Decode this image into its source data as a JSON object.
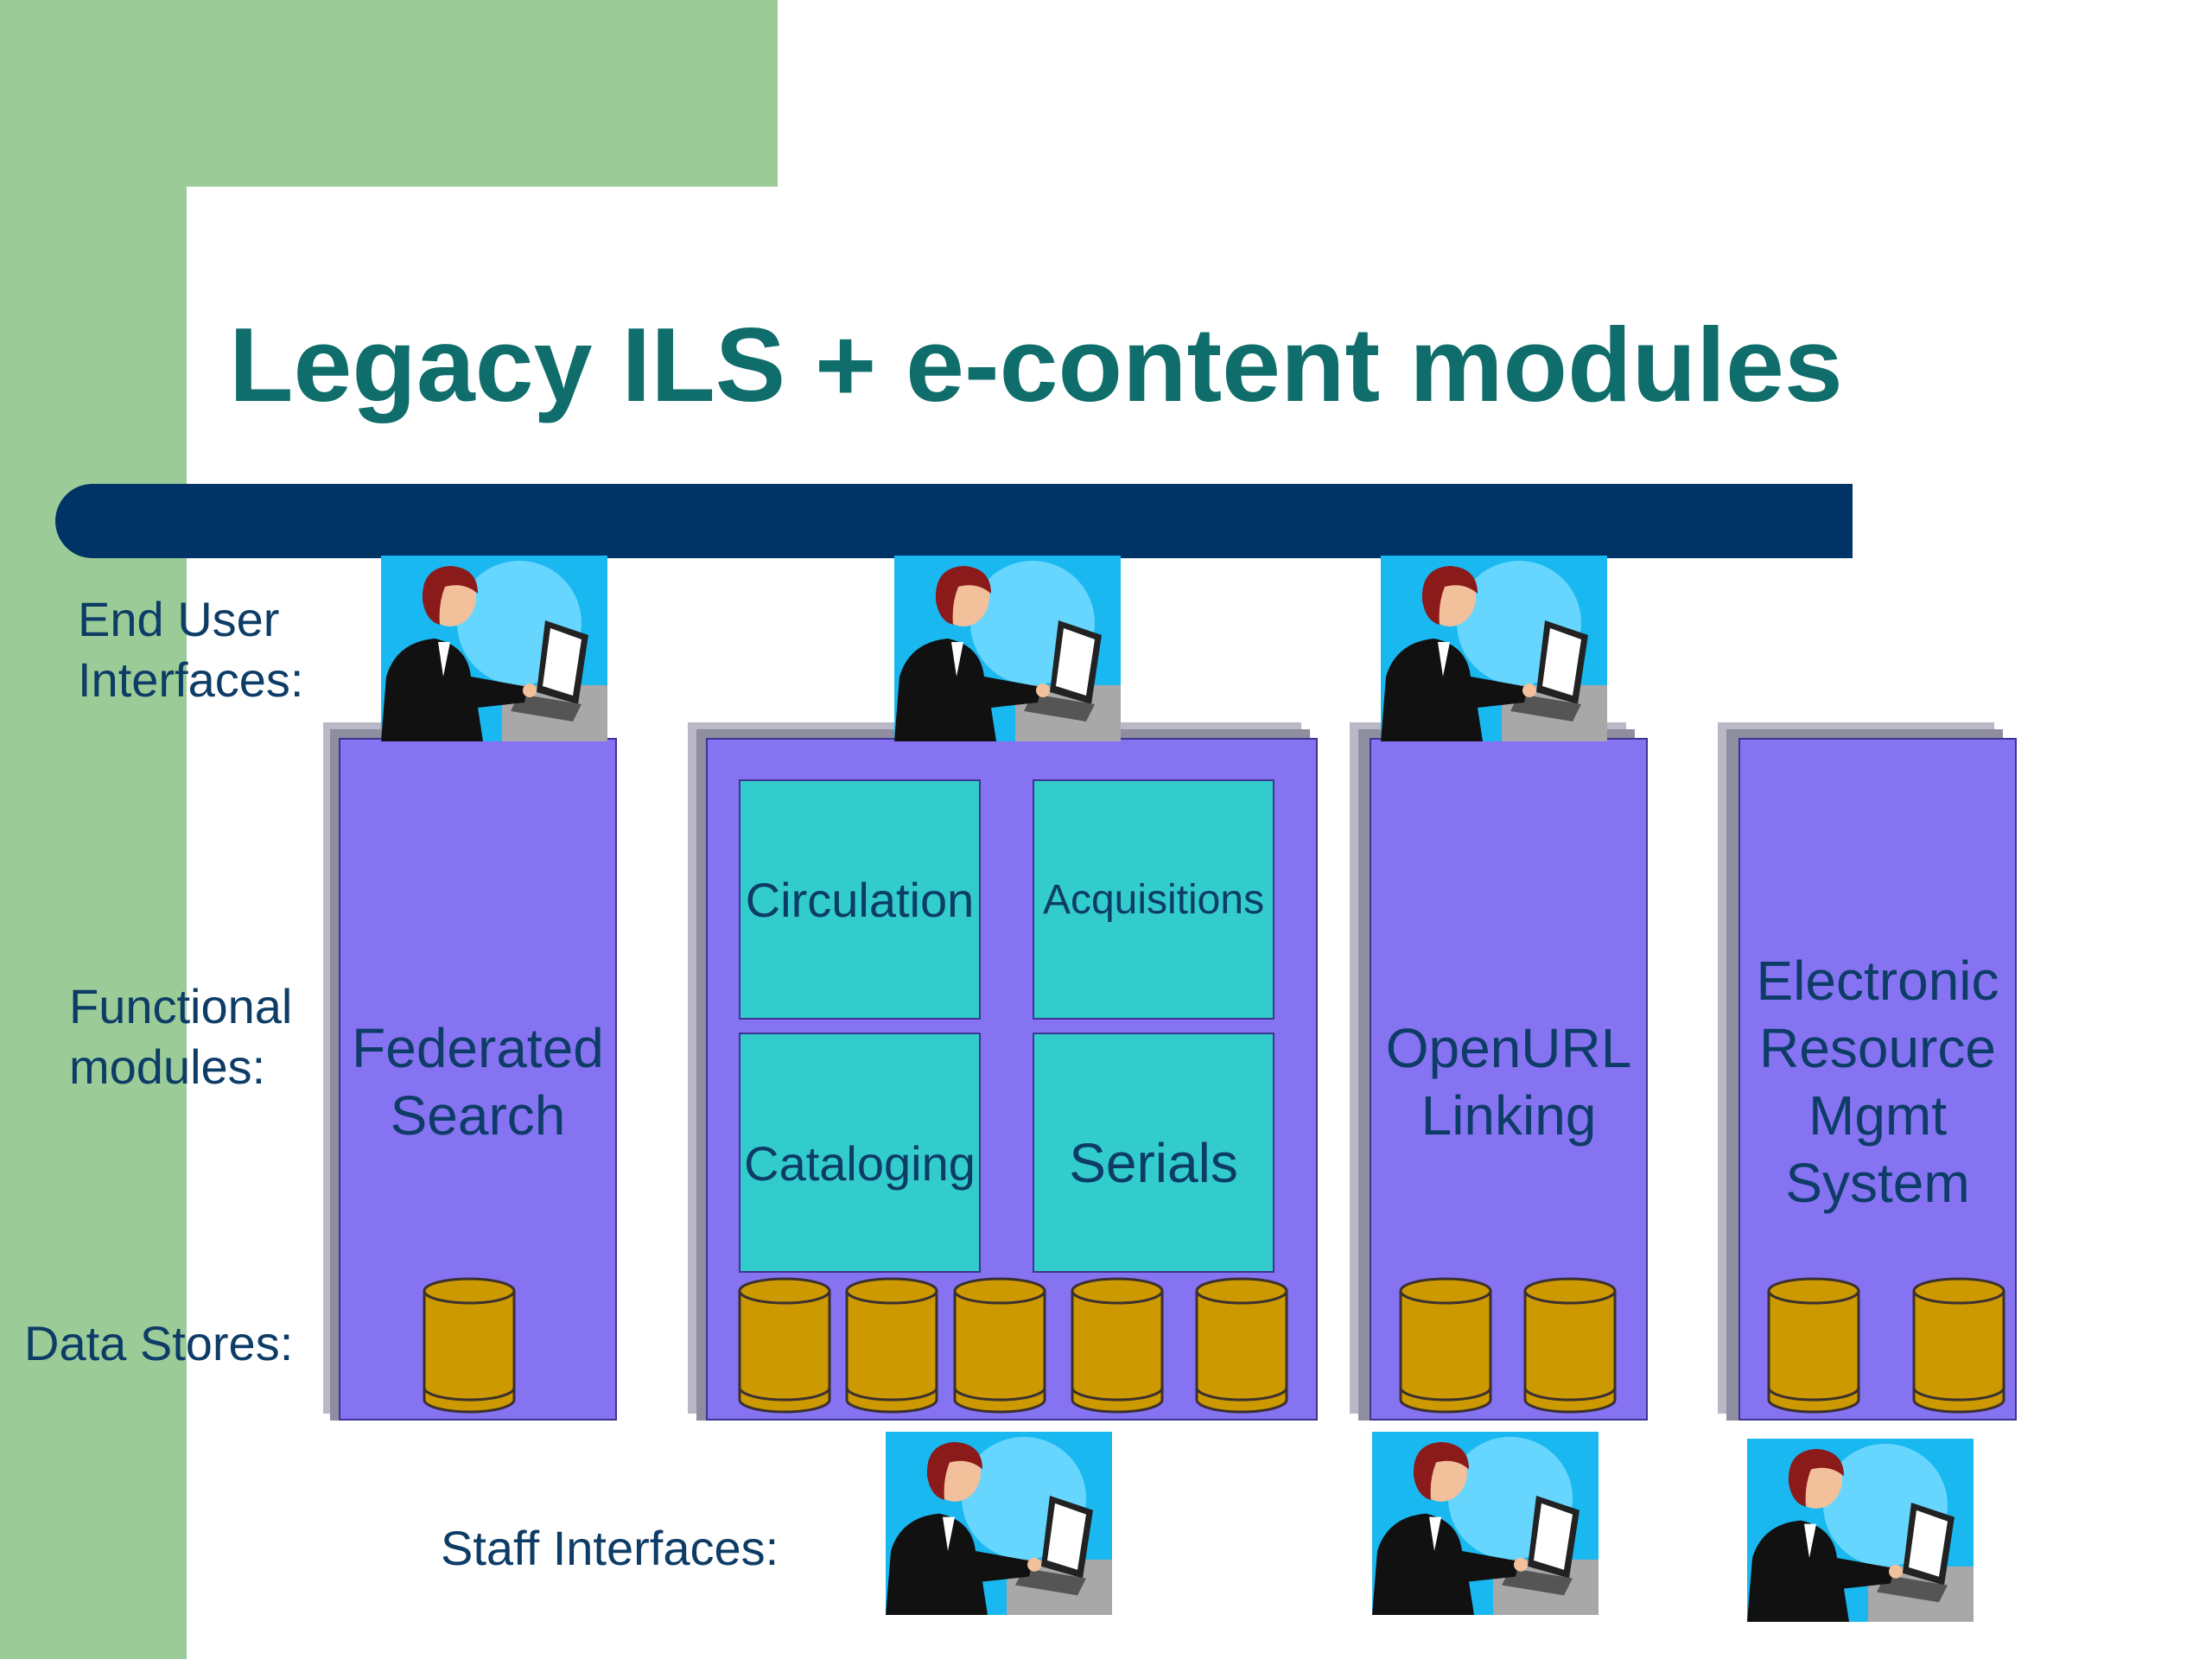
{
  "slide": {
    "title": "Legacy ILS + e-content modules"
  },
  "row_labels": {
    "end_user": "End User\nInterfaces:",
    "functional": "Functional\nmodules:",
    "data_stores": "Data Stores:",
    "staff": "Staff Interfaces:"
  },
  "modules": {
    "federated_search": "Federated\nSearch",
    "ils": {
      "circulation": "Circulation",
      "acquisitions": "Acquisitions",
      "cataloging": "Cataloging",
      "serials": "Serials"
    },
    "openurl": "OpenURL\nLinking",
    "erm": "Electronic\nResource\nMgmt\nSystem"
  },
  "colors": {
    "title": "#0f6d6b",
    "title_bar": "#003366",
    "module_fill": "#8573f2",
    "submodule_fill": "#33cccc",
    "data_store_fill": "#cc9900",
    "sidebar": "#9bcb97"
  },
  "icons": {
    "person": "person-at-computer-icon",
    "data_store": "database-cylinder-icon"
  }
}
